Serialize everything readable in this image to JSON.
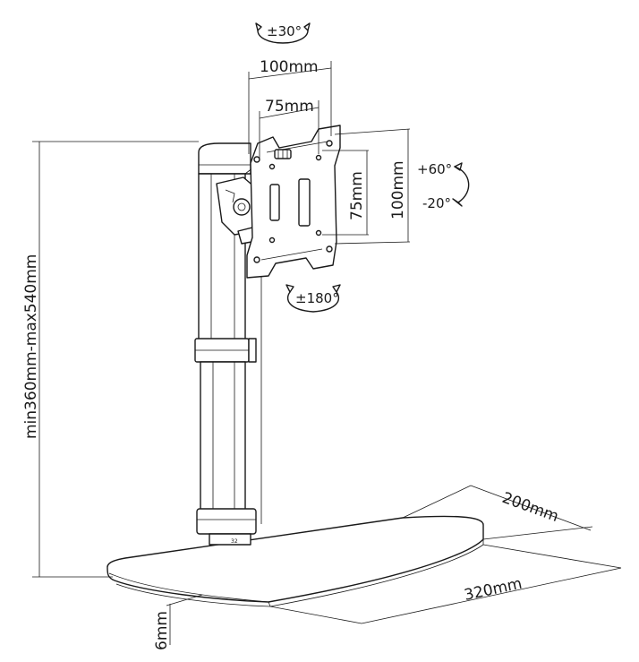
{
  "labels": {
    "tilt_range": "±30°",
    "vesa_width_large": "100mm",
    "vesa_width_small": "75mm",
    "vesa_height_small": "75mm",
    "vesa_height_large": "100mm",
    "tilt_up": "+60°",
    "tilt_down": "-20°",
    "rotation": "±180°",
    "height_range": "min360mm-max540mm",
    "base_depth": "200mm",
    "base_width": "320mm",
    "base_thickness": "6mm",
    "collar_mark": "32"
  }
}
